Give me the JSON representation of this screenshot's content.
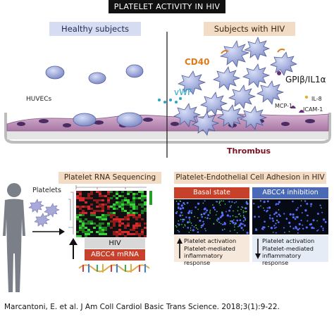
{
  "title": "PLATELET ACTIVITY IN HIV",
  "top": {
    "healthy_label": "Healthy subjects",
    "hiv_label": "Subjects with HIV",
    "huvecs_label": "HUVECs",
    "cd40_label": "CD40",
    "gpib_label": "GPIβ/IL1α",
    "vwf_label": "vWF",
    "il8_label": "IL-8",
    "mcp1_label": "MCP-1",
    "icam1_label": "ICAM-1",
    "thrombus_label": "Thrombus"
  },
  "rna": {
    "header": "Platelet RNA Sequencing",
    "platelets_label": "Platelets",
    "hiv_box": "HIV",
    "abcc4_box": "ABCC4 mRNA"
  },
  "adhesion": {
    "header": "Platelet-Endothelial Cell Adhesion in HIV",
    "basal_title": "Basal state",
    "abcc4_title": "ABCC4 inhibition",
    "basal_line1": "Platelet activation",
    "basal_line2": "Platelet-mediated inflammatory response",
    "abcc4_line1": "Platelet activation",
    "abcc4_line2": "Platelet-mediated inflammatory response"
  },
  "citation": "Marcantoni, E. et al. J Am Coll Cardiol Basic Trans Science. 2018;3(1):9-22.",
  "colors": {
    "healthy_pill": "#d6dcf2",
    "hiv_pill": "#f2dcc5",
    "endothelium": "#b889b4",
    "platelet": "#9ba7d8",
    "thrombus_text": "#7a1120",
    "cd40": "#e07b1a",
    "basal_title_bg": "#c7402a",
    "abcc4_title_bg": "#4a6ab5",
    "abcc4_box_bg": "#c8412c"
  }
}
